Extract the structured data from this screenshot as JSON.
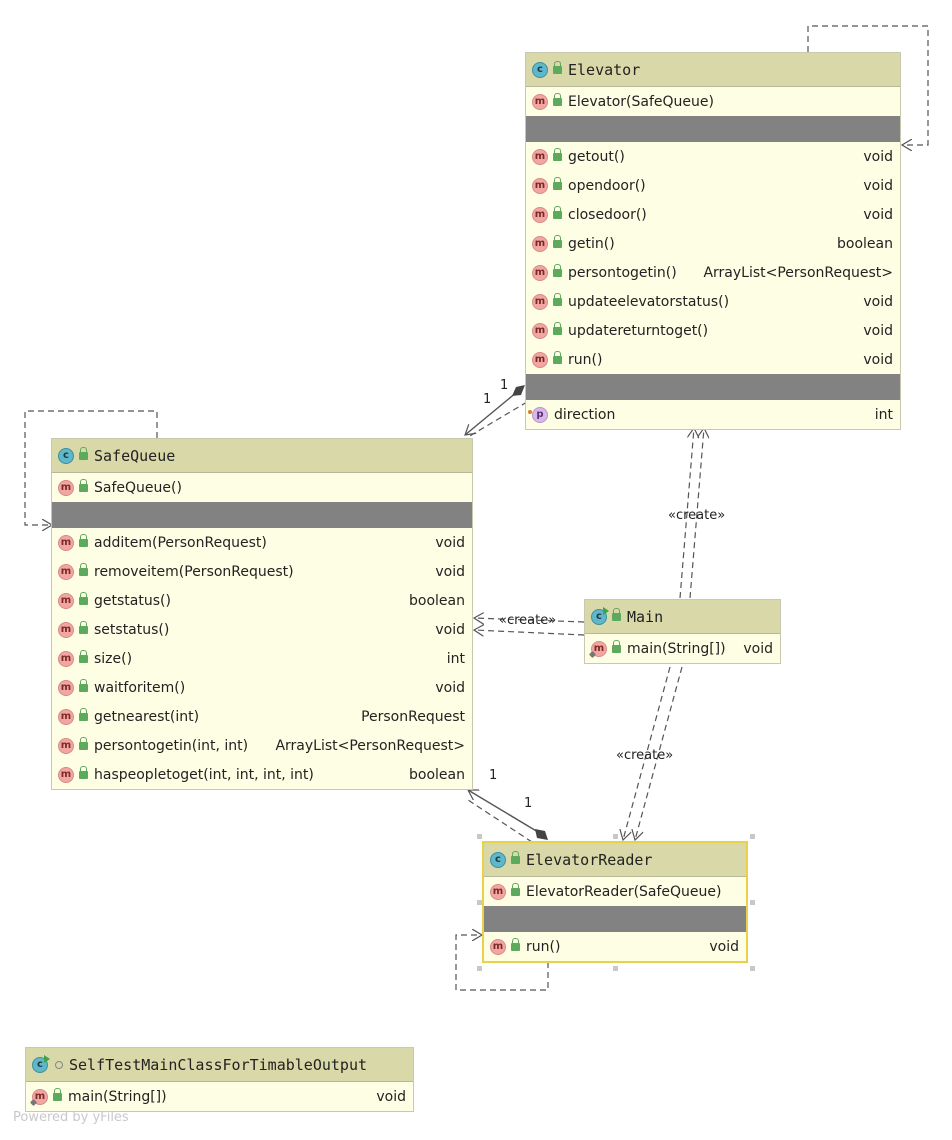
{
  "classes": {
    "elevator": {
      "name": "Elevator",
      "constructor": "Elevator(SafeQueue)",
      "methods": [
        {
          "name": "getout()",
          "type": "void"
        },
        {
          "name": "opendoor()",
          "type": "void"
        },
        {
          "name": "closedoor()",
          "type": "void"
        },
        {
          "name": "getin()",
          "type": "boolean"
        },
        {
          "name": "persontogetin()",
          "type": "ArrayList<PersonRequest>"
        },
        {
          "name": "updateelevatorstatus()",
          "type": "void"
        },
        {
          "name": "updatereturntoget()",
          "type": "void"
        },
        {
          "name": "run()",
          "type": "void"
        }
      ],
      "property": {
        "name": "direction",
        "type": "int"
      }
    },
    "safequeue": {
      "name": "SafeQueue",
      "constructor": "SafeQueue()",
      "methods": [
        {
          "name": "additem(PersonRequest)",
          "type": "void"
        },
        {
          "name": "removeitem(PersonRequest)",
          "type": "void"
        },
        {
          "name": "getstatus()",
          "type": "boolean"
        },
        {
          "name": "setstatus()",
          "type": "void"
        },
        {
          "name": "size()",
          "type": "int"
        },
        {
          "name": "waitforitem()",
          "type": "void"
        },
        {
          "name": "getnearest(int)",
          "type": "PersonRequest"
        },
        {
          "name": "persontogetin(int, int)",
          "type": "ArrayList<PersonRequest>"
        },
        {
          "name": "haspeopletoget(int, int, int, int)",
          "type": "boolean"
        }
      ]
    },
    "main": {
      "name": "Main",
      "methods": [
        {
          "name": "main(String[])",
          "type": "void"
        }
      ]
    },
    "elevatorreader": {
      "name": "ElevatorReader",
      "constructor": "ElevatorReader(SafeQueue)",
      "methods": [
        {
          "name": "run()",
          "type": "void"
        }
      ]
    },
    "selftest": {
      "name": "SelfTestMainClassForTimableOutput",
      "methods": [
        {
          "name": "main(String[])",
          "type": "void"
        }
      ]
    }
  },
  "edges": {
    "create_label": "«create»",
    "multiplicity_one": "1"
  },
  "badges": {
    "class": "c",
    "method": "m",
    "property": "p"
  },
  "footer": "Powered by yFiles",
  "colors": {
    "header": "#d8d8a8",
    "body": "#fefee4",
    "separator": "#828282",
    "selected_border": "#e8d24a"
  }
}
